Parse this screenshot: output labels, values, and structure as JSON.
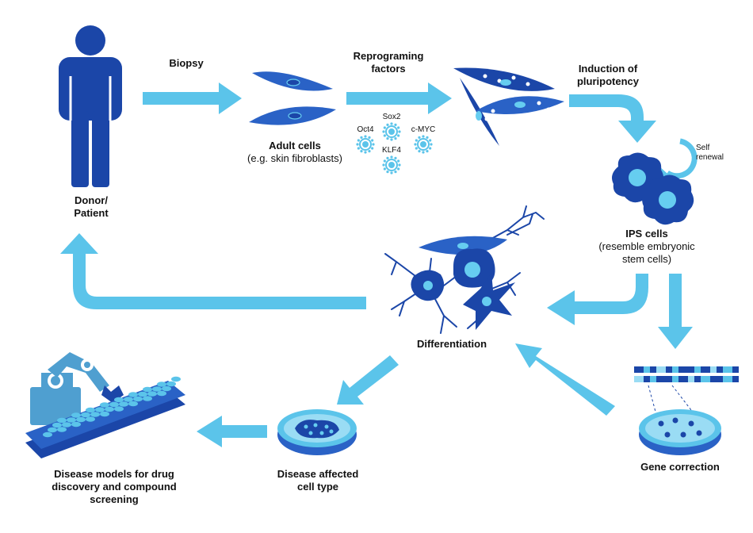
{
  "colors": {
    "arrow": "#5bc4ea",
    "cell_dark": "#1b46a8",
    "cell_mid": "#2a62c6",
    "nucleus": "#66cdf0",
    "robot": "#4f9fd0"
  },
  "labels": {
    "donor": [
      "Donor/",
      "Patient"
    ],
    "biopsy": "Biopsy",
    "reprogramming": [
      "Reprograming",
      "factors"
    ],
    "induction": [
      "Induction of",
      "pluripotency"
    ],
    "adult_title": "Adult cells",
    "adult_sub": "(e.g. skin fibroblasts)",
    "self_renewal": [
      "Self",
      "renewal"
    ],
    "ips_title": "IPS cells",
    "ips_sub": [
      "(resemble embryonic",
      "stem cells)"
    ],
    "differentiation": "Differentiation",
    "gene_correction": "Gene correction",
    "disease_cell": [
      "Disease affected",
      "cell type"
    ],
    "disease_models": [
      "Disease models for drug",
      "discovery and compound",
      "screening"
    ]
  },
  "factors": [
    "Oct4",
    "Sox2",
    "KLF4",
    "c-MYC"
  ],
  "icons": [
    "person-icon",
    "fibroblast-icon",
    "reprogramming-cells-icon",
    "ips-cell-icon",
    "self-renewal-icon",
    "differentiated-cells-icon",
    "dna-strand-icon",
    "petri-dish-icon",
    "robot-arm-icon",
    "well-plate-icon"
  ]
}
